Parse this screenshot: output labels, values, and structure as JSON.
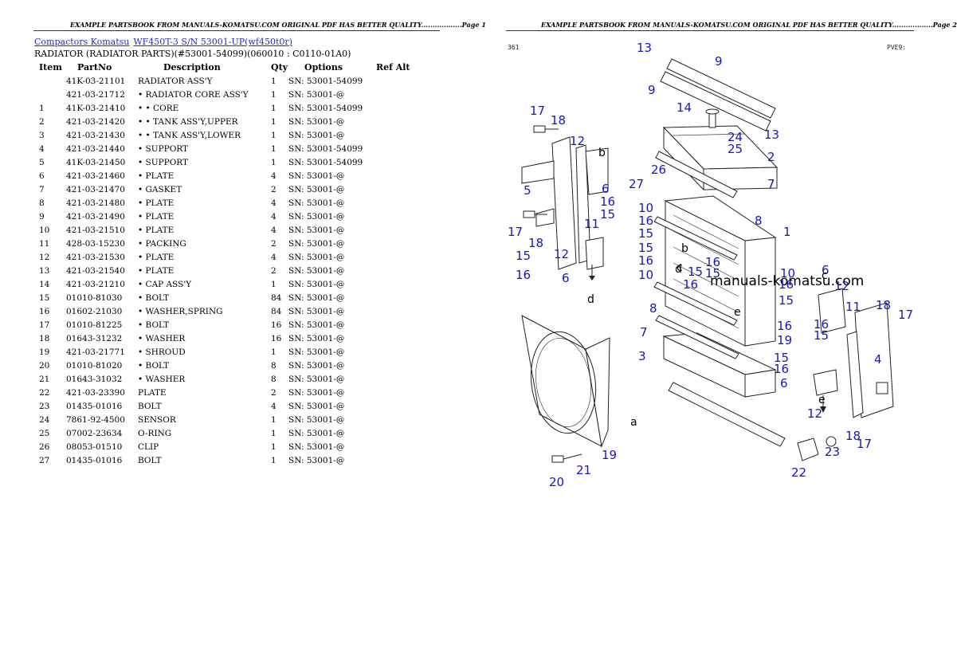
{
  "page1": {
    "header": "EXAMPLE PARTSBOOK FROM MANUALS-KOMATSU.COM ORIGINAL PDF HAS BETTER QUALITY..................Page 1",
    "breadcrumbs": [
      "Compactors Komatsu",
      "WF450T-3 S/N 53001-UP(wf450t0r)"
    ],
    "subtitle": "RADIATOR (RADIATOR PARTS)(#53001-54099)(060010 : C0110-01A0)",
    "columns": [
      "Item",
      "PartNo",
      "Description",
      "Qty",
      "Options",
      "Ref Alt"
    ],
    "rows": [
      [
        "",
        "41K-03-21101",
        "RADIATOR ASS'Y",
        "1",
        "SN: 53001-54099"
      ],
      [
        "",
        "421-03-21712",
        "• RADIATOR CORE ASS'Y",
        "1",
        "SN: 53001-@"
      ],
      [
        "1",
        "41K-03-21410",
        "• • CORE",
        "1",
        "SN: 53001-54099"
      ],
      [
        "2",
        "421-03-21420",
        "• • TANK ASS'Y,UPPER",
        "1",
        "SN: 53001-@"
      ],
      [
        "3",
        "421-03-21430",
        "• • TANK ASS'Y,LOWER",
        "1",
        "SN: 53001-@"
      ],
      [
        "4",
        "421-03-21440",
        "• SUPPORT",
        "1",
        "SN: 53001-54099"
      ],
      [
        "5",
        "41K-03-21450",
        "• SUPPORT",
        "1",
        "SN: 53001-54099"
      ],
      [
        "6",
        "421-03-21460",
        "• PLATE",
        "4",
        "SN: 53001-@"
      ],
      [
        "7",
        "421-03-21470",
        "• GASKET",
        "2",
        "SN: 53001-@"
      ],
      [
        "8",
        "421-03-21480",
        "• PLATE",
        "4",
        "SN: 53001-@"
      ],
      [
        "9",
        "421-03-21490",
        "• PLATE",
        "4",
        "SN: 53001-@"
      ],
      [
        "10",
        "421-03-21510",
        "• PLATE",
        "4",
        "SN: 53001-@"
      ],
      [
        "11",
        "428-03-15230",
        "• PACKING",
        "2",
        "SN: 53001-@"
      ],
      [
        "12",
        "421-03-21530",
        "• PLATE",
        "4",
        "SN: 53001-@"
      ],
      [
        "13",
        "421-03-21540",
        "• PLATE",
        "2",
        "SN: 53001-@"
      ],
      [
        "14",
        "421-03-21210",
        "• CAP ASS'Y",
        "1",
        "SN: 53001-@"
      ],
      [
        "15",
        "01010-81030",
        "• BOLT",
        "84",
        "SN: 53001-@"
      ],
      [
        "16",
        "01602-21030",
        "• WASHER,SPRING",
        "84",
        "SN: 53001-@"
      ],
      [
        "17",
        "01010-81225",
        "• BOLT",
        "16",
        "SN: 53001-@"
      ],
      [
        "18",
        "01643-31232",
        "• WASHER",
        "16",
        "SN: 53001-@"
      ],
      [
        "19",
        "421-03-21771",
        "• SHROUD",
        "1",
        "SN: 53001-@"
      ],
      [
        "20",
        "01010-81020",
        "• BOLT",
        "8",
        "SN: 53001-@"
      ],
      [
        "21",
        "01643-31032",
        "• WASHER",
        "8",
        "SN: 53001-@"
      ],
      [
        "22",
        "421-03-23390",
        "PLATE",
        "2",
        "SN: 53001-@"
      ],
      [
        "23",
        "01435-01016",
        "BOLT",
        "4",
        "SN: 53001-@"
      ],
      [
        "24",
        "7861-92-4500",
        "SENSOR",
        "1",
        "SN: 53001-@"
      ],
      [
        "25",
        "07002-23634",
        "O-RING",
        "1",
        "SN: 53001-@"
      ],
      [
        "26",
        "08053-01510",
        "CLIP",
        "1",
        "SN: 53001-@"
      ],
      [
        "27",
        "01435-01016",
        "BOLT",
        "1",
        "SN: 53001-@"
      ]
    ]
  },
  "page2": {
    "header": "EXAMPLE PARTSBOOK FROM MANUALS-KOMATSU.COM ORIGINAL PDF HAS BETTER QUALITY..................Page 2",
    "watermark": "manuals-komatsu.com",
    "corner_left": "361",
    "corner_right": "PVE9:",
    "callouts": [
      "13",
      "9",
      "9",
      "14",
      "24",
      "25",
      "13",
      "2",
      "7",
      "17",
      "18",
      "12",
      "6",
      "16",
      "15",
      "5",
      "26",
      "27",
      "10",
      "16",
      "15",
      "15",
      "16",
      "10",
      "8",
      "1",
      "17",
      "18",
      "15",
      "12",
      "16",
      "6",
      "11",
      "15",
      "16",
      "15",
      "16",
      "8",
      "7",
      "3",
      "16",
      "10",
      "16",
      "15",
      "16",
      "19",
      "15",
      "6",
      "6",
      "12",
      "11",
      "18",
      "17",
      "4",
      "16",
      "15",
      "12",
      "18",
      "17",
      "23",
      "22",
      "19",
      "21",
      "20"
    ],
    "letters": [
      "b",
      "d",
      "b",
      "c",
      "d",
      "e",
      "c",
      "e",
      "a"
    ]
  }
}
